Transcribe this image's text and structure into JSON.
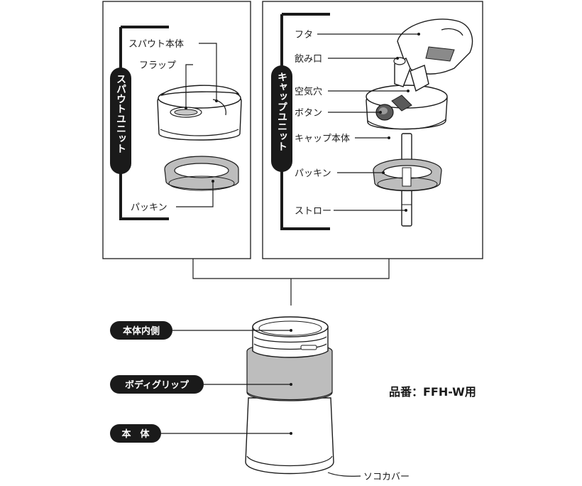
{
  "spout_unit": {
    "title": "スパウトユニット",
    "labels": {
      "spout_body": "スパウト本体",
      "flap": "フラップ",
      "packing": "パッキン"
    }
  },
  "cap_unit": {
    "title": "キャップユニット",
    "labels": {
      "lid": "フタ",
      "mouthpiece": "飲み口",
      "air_hole": "空気穴",
      "button": "ボタン",
      "cap_body": "キャップ本体",
      "packing": "パッキン",
      "straw": "ストロー"
    }
  },
  "body": {
    "inner": "本体内側",
    "grip": "ボディグリップ",
    "main": "本　体",
    "bottom_cover": "ソコカバー"
  },
  "model": "品番：FFH-W用"
}
